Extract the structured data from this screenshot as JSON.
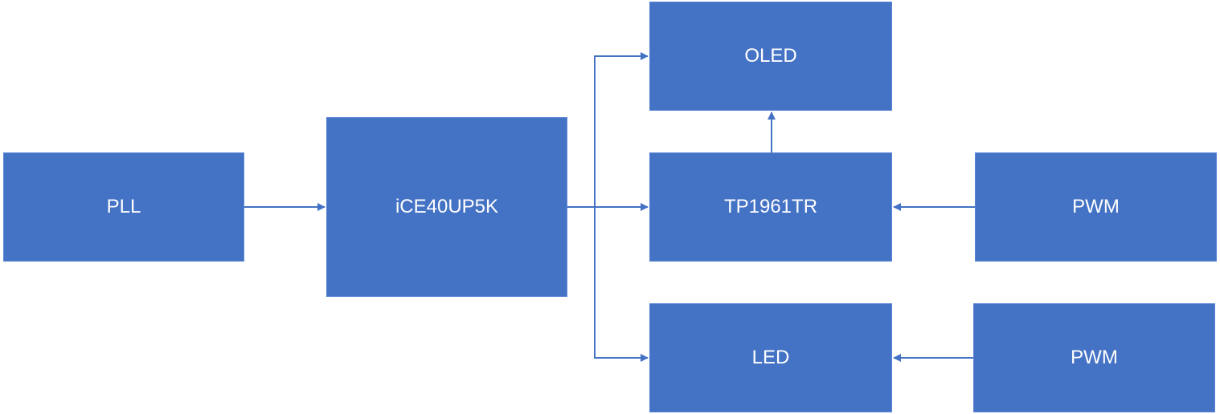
{
  "nodes": {
    "pll": {
      "label": "PLL"
    },
    "ice40": {
      "label": "iCE40UP5K"
    },
    "oled": {
      "label": "OLED"
    },
    "tp1961tr": {
      "label": "TP1961TR"
    },
    "pwm_top": {
      "label": "PWM"
    },
    "led": {
      "label": "LED"
    },
    "pwm_bottom": {
      "label": "PWM"
    }
  },
  "edges": [
    {
      "from": "pll",
      "to": "ice40"
    },
    {
      "from": "ice40",
      "to": "oled"
    },
    {
      "from": "ice40",
      "to": "tp1961tr"
    },
    {
      "from": "ice40",
      "to": "led"
    },
    {
      "from": "tp1961tr",
      "to": "oled"
    },
    {
      "from": "pwm_top",
      "to": "tp1961tr"
    },
    {
      "from": "pwm_bottom",
      "to": "led"
    }
  ],
  "colors": {
    "node_fill": "#4472c4",
    "node_text": "#ffffff",
    "connector": "#4472c4"
  }
}
